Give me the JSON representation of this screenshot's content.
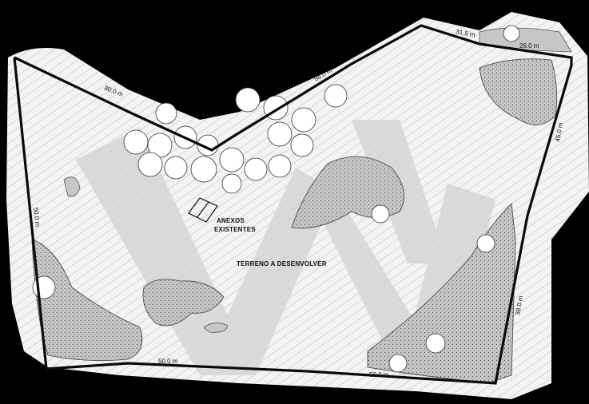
{
  "labels": {
    "annex_line1": "ANEXOS",
    "annex_line2": "EXISTENTES",
    "terrain": "TERRENO A DESENVOLVER"
  },
  "dimensions": {
    "top_left": "80.0 m",
    "top_mid": "58.0 m",
    "top_right_a": "31.5 m",
    "top_right_b": "26.0 m",
    "right_upper": "45.0 m",
    "right_lower": "38.0 m",
    "left": "50.0 m",
    "bottom_left": "50.0 m",
    "bottom_right": "50.0 m"
  },
  "colors": {
    "background": "#000000",
    "site": "#f3f3f3",
    "hatch": "#9a9a9a",
    "boundary": "#0a0a0a",
    "vegetation": "#bdbdbd",
    "watermark": "#d2d2d2"
  }
}
